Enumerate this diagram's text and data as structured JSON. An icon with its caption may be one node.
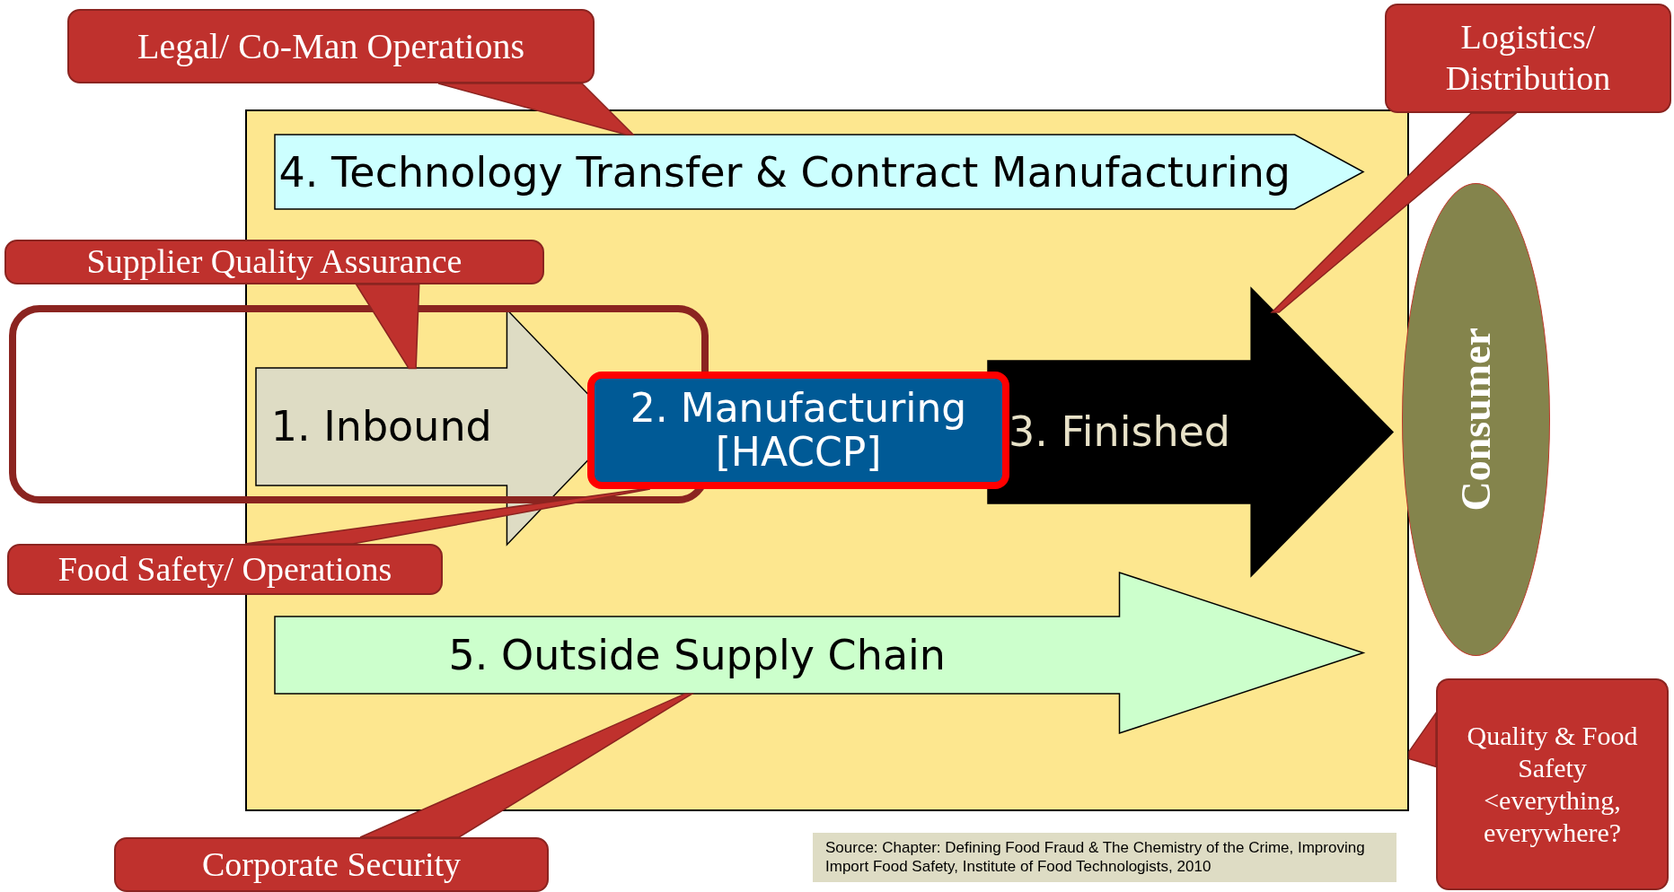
{
  "diagram": {
    "nodes": [
      {
        "text": [
          "Legal/ Co-Man Operations"
        ]
      },
      {
        "text": [
          "Logistics/ Distribution"
        ]
      },
      {
        "text": [],
        "shape": "box"
      },
      {
        "text": [
          "4. Technology Transfer & Contract Manufacturing"
        ],
        "in": 2
      },
      {
        "text": [
          "Supplier Quality Assurance"
        ]
      },
      {
        "text": [
          "1. Inbound"
        ],
        "in": 2
      },
      {
        "text": [
          "2. Manufacturing [HACCP]"
        ],
        "in": 2
      },
      {
        "text": [
          "3. Finished"
        ],
        "in": 2
      },
      {
        "text": [
          "Consumer"
        ]
      },
      {
        "text": [
          "Food Safety/ Operations"
        ]
      },
      {
        "text": [
          "5. Outside Supply Chain"
        ],
        "in": 2
      },
      {
        "text": [
          "Quality & Food Safety <everything, everywhere?"
        ]
      },
      {
        "text": [
          "Corporate Security"
        ]
      }
    ],
    "edges": [
      {
        "from": 0,
        "to": 3,
        "arrow": "none"
      },
      {
        "from": 1,
        "to": 7,
        "arrow": "none"
      },
      {
        "from": 4,
        "to": 5,
        "arrow": "none"
      },
      {
        "from": 9,
        "to": 6,
        "arrow": "none"
      },
      {
        "from": 12,
        "to": 10,
        "arrow": "none"
      },
      {
        "from": 11,
        "to": 2,
        "arrow": "none"
      }
    ],
    "labels": [
      "Source: Chapter: Defining Food Fraud & The Chemistry of the Crime, Improving Import Food Safety, Institute of Food Technologists, 2010"
    ]
  }
}
